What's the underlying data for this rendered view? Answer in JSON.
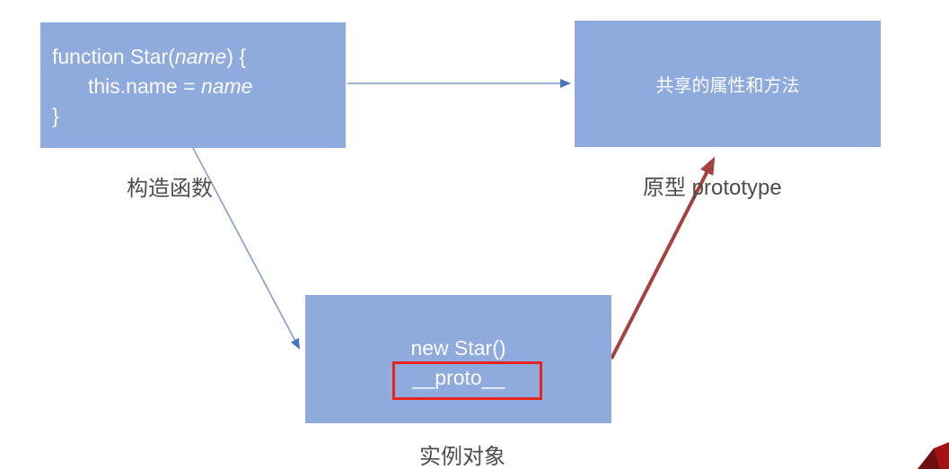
{
  "slide": {
    "constructor_box": {
      "code": {
        "line1_pre": "function Star(",
        "line1_param": "name",
        "line1_post": ") {",
        "line2_pre": "this.name = ",
        "line2_param": "name",
        "line3": "}"
      },
      "label": "构造函数"
    },
    "prototype_box": {
      "text": "共享的属性和方法",
      "label": "原型 prototype"
    },
    "instance_box": {
      "line1": "new Star()",
      "line2": "__proto__",
      "label": "实例对象"
    },
    "colors": {
      "box_fill": "#8faadc",
      "box_text": "#fbfcfe",
      "connector_line": "#92a6cb",
      "connector_head": "#4a74bc",
      "red_arrow": "#a5413e",
      "highlight_border": "#e8251d",
      "label_text": "#4d4d4d",
      "logo_bright": "#a31314",
      "logo_dark": "#6e0f10",
      "cursor_fill": "#ffffff",
      "cursor_outline": "#2b2b2b"
    }
  }
}
